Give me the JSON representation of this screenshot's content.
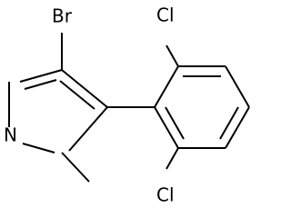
{
  "atoms": {
    "br": "Br",
    "n": "N",
    "cl_top": "Cl",
    "cl_bottom": "Cl"
  }
}
